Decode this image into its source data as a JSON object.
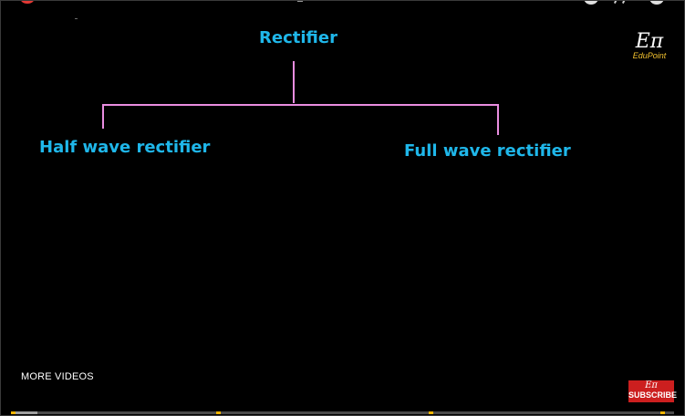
{
  "slide": {
    "root_label": "Rectifier",
    "branch_left_label": "Half wave rectifier",
    "branch_right_label": "Full wave rectifier"
  },
  "brand": {
    "logo_glyph": "Eπ",
    "name": "EduPoint"
  },
  "overlay": {
    "more_videos_label": "MORE VIDEOS",
    "subscribe_glyph": "Eπ",
    "subscribe_label": "SUBSCRIBE"
  },
  "progress": {
    "played_fraction": 0.04,
    "chapter_marker_fractions": [
      0.0,
      0.31,
      0.63,
      0.98
    ]
  },
  "colors": {
    "background": "#000000",
    "label_blue": "#1fb7ea",
    "connector_pink": "#e98de0",
    "brand_yellow": "#f2c12e",
    "subscribe_red": "#cc1f1f",
    "chapter_yellow": "#f0b400"
  }
}
